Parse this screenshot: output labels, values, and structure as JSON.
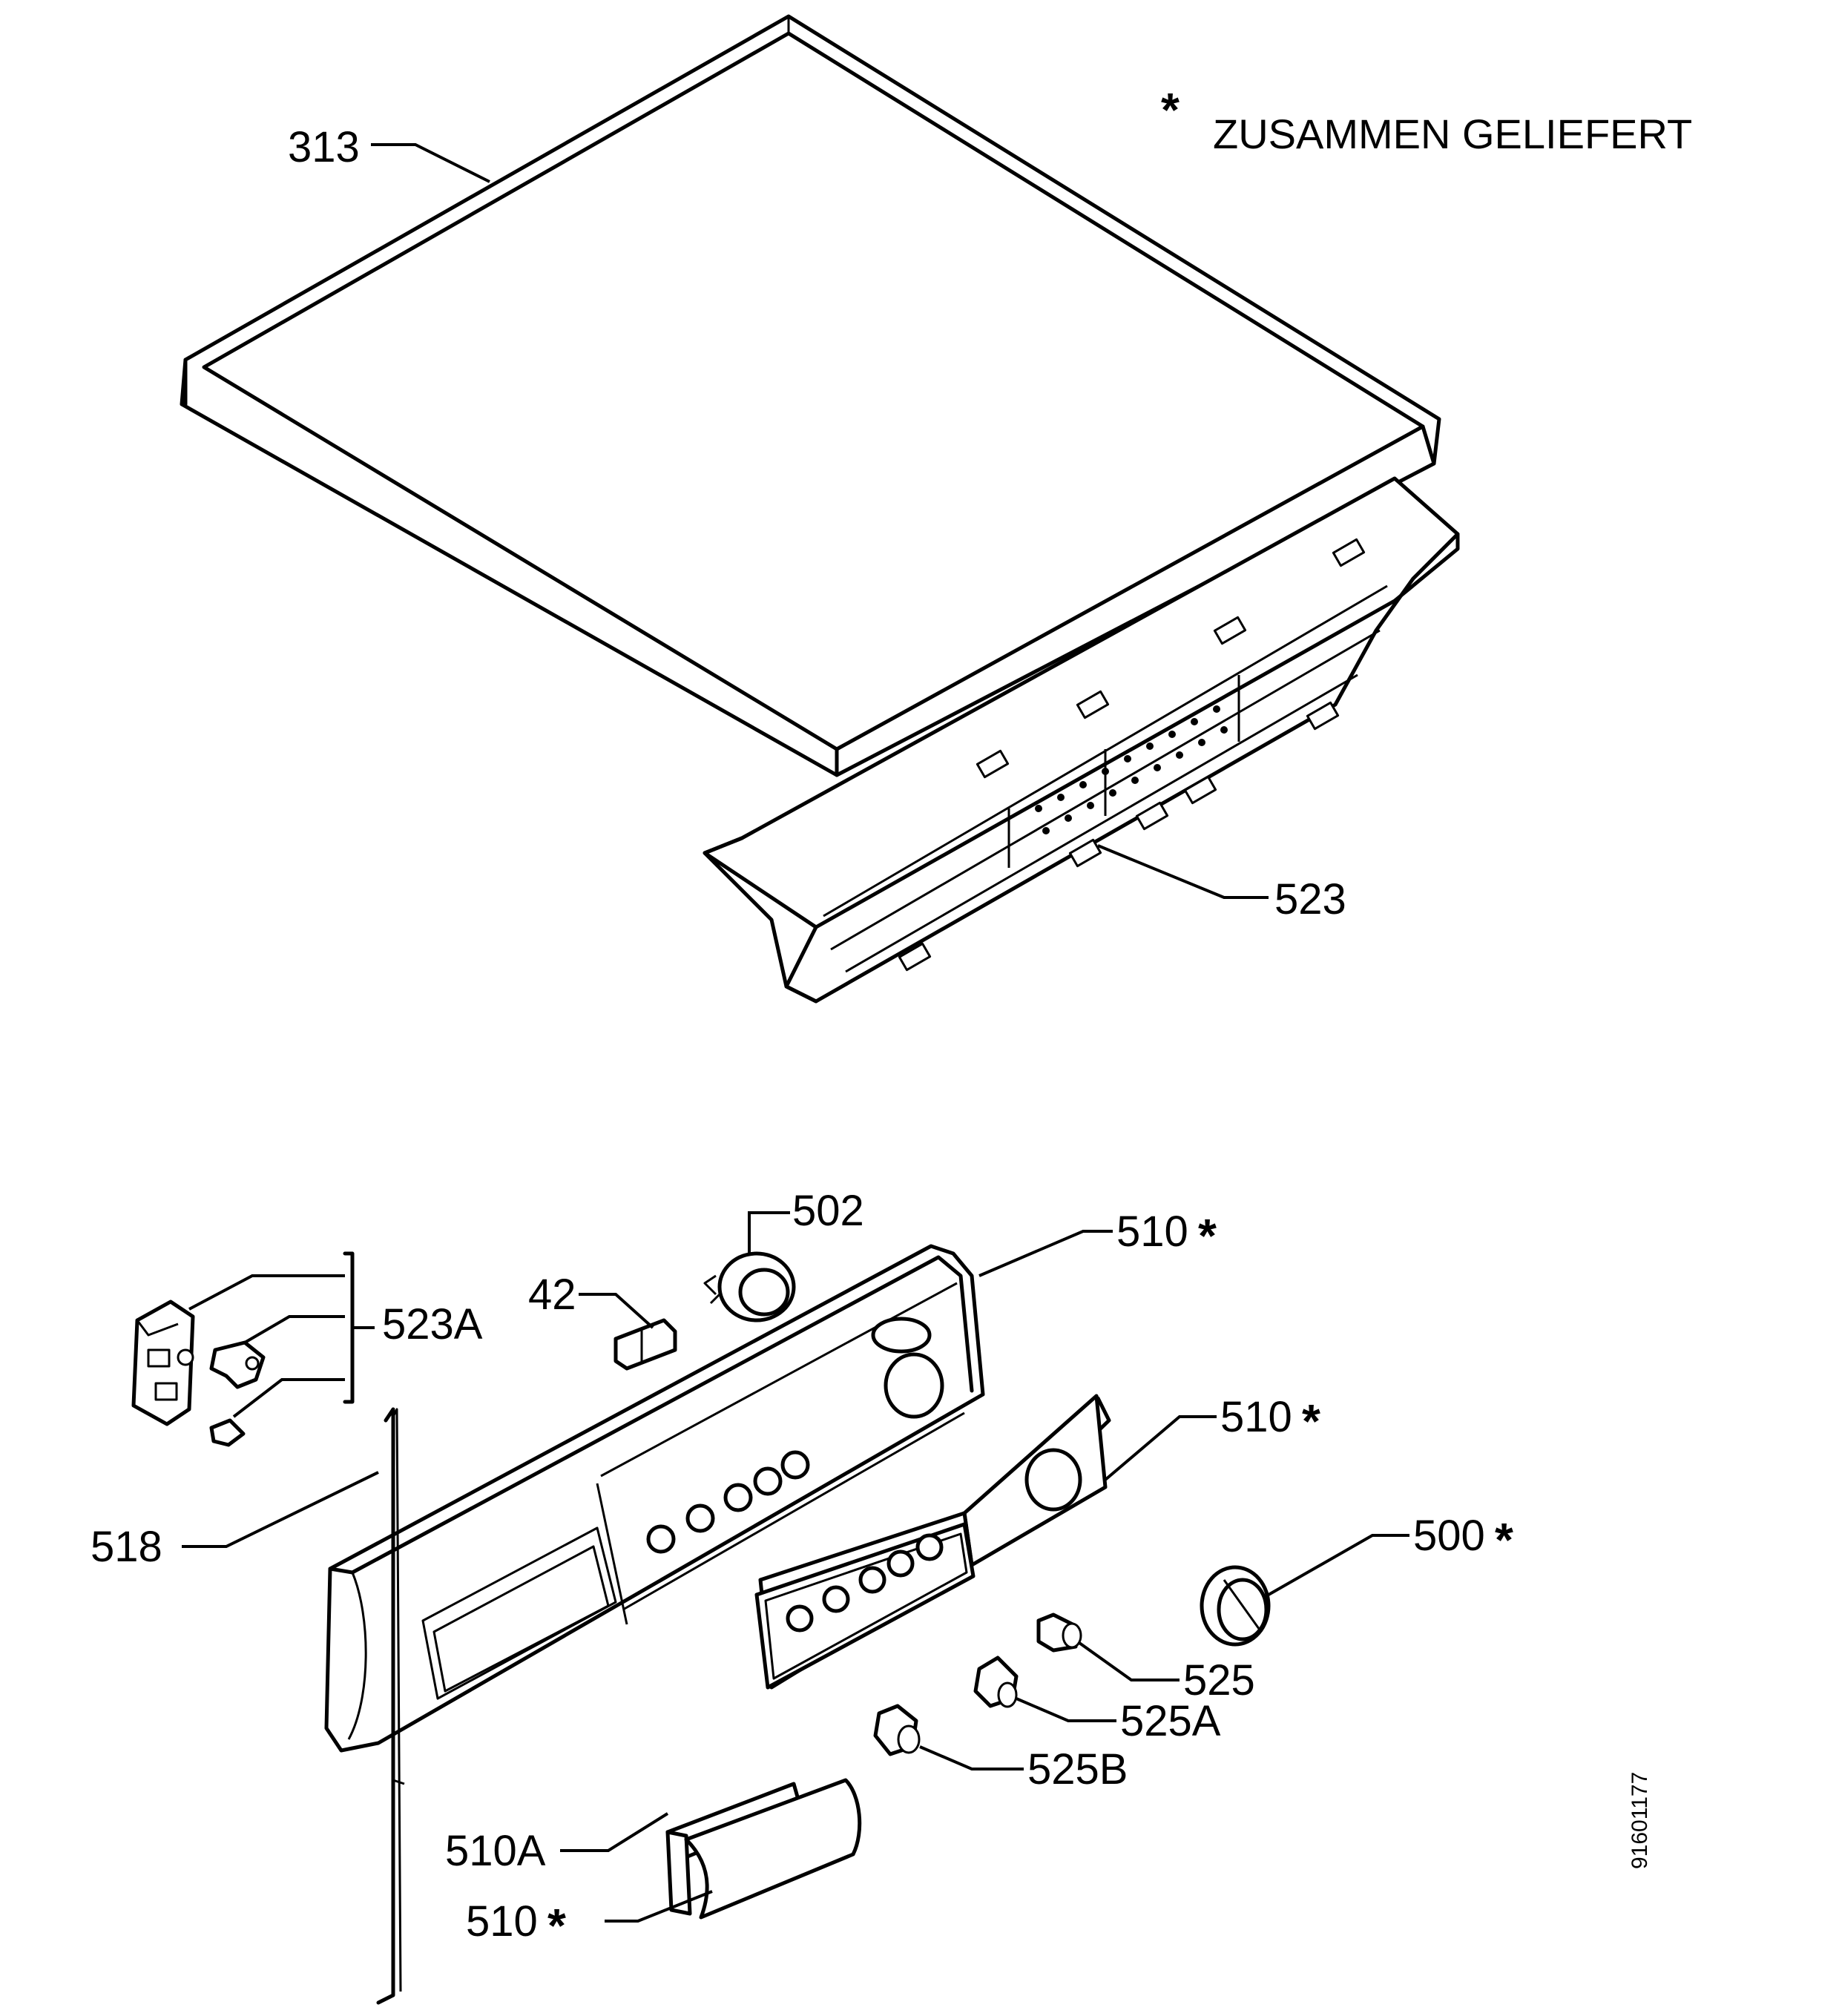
{
  "note": {
    "asterisk": "*",
    "text": "ZUSAMMEN GELIEFERT"
  },
  "doc_number": "91601177",
  "parts": {
    "p313": "313",
    "p523": "523",
    "p523A": "523A",
    "p42": "42",
    "p502": "502",
    "p510_a": "510",
    "p510_b": "510",
    "p510A": "510A",
    "p510_c": "510",
    "p518": "518",
    "p500": "500",
    "p525": "525",
    "p525A": "525A",
    "p525B": "525B"
  },
  "asterisk_mark": "*"
}
